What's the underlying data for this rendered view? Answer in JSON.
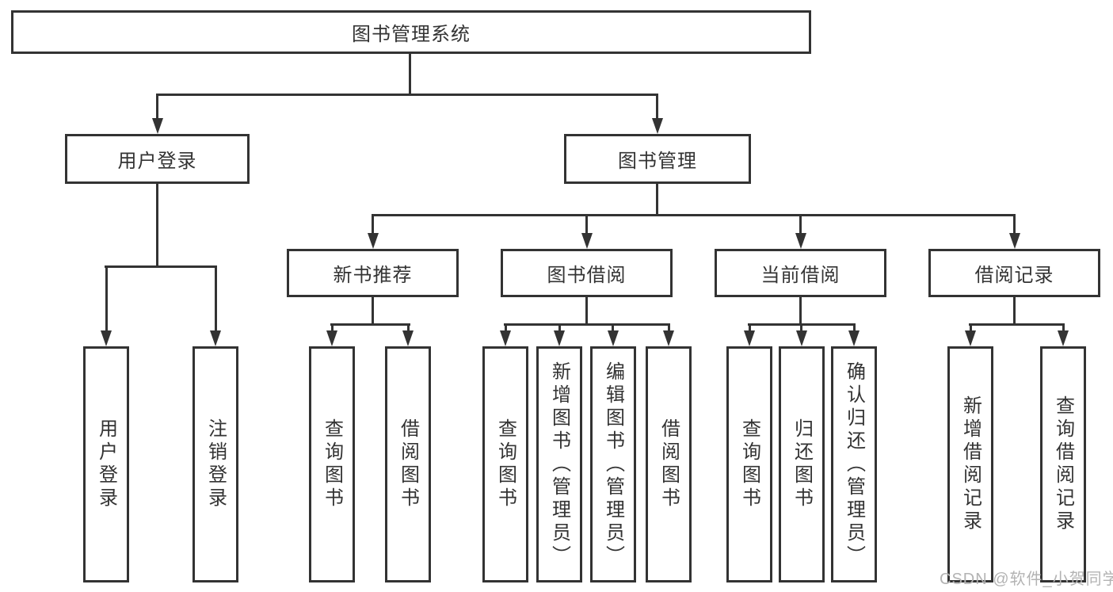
{
  "tree": {
    "root": {
      "label": "图书管理系统"
    },
    "branches": [
      {
        "label": "用户登录",
        "children": [
          "用户登录",
          "注销登录"
        ]
      },
      {
        "label": "图书管理",
        "children": [
          {
            "label": "新书推荐",
            "children": [
              "查询图书",
              "借阅图书"
            ]
          },
          {
            "label": "图书借阅",
            "children": [
              "查询图书",
              "新增图书（管理员）",
              "编辑图书（管理员）",
              "借阅图书"
            ]
          },
          {
            "label": "当前借阅",
            "children": [
              "查询图书",
              "归还图书",
              "确认归还（管理员）"
            ]
          },
          {
            "label": "借阅记录",
            "children": [
              "新增借阅记录",
              "查询借阅记录"
            ]
          }
        ]
      }
    ]
  },
  "watermark": {
    "text": "CSDN @软件_小贺同学"
  },
  "colors": {
    "line": "#333333",
    "text": "#333333",
    "background": "#ffffff",
    "watermark": "#b3b3b3"
  }
}
